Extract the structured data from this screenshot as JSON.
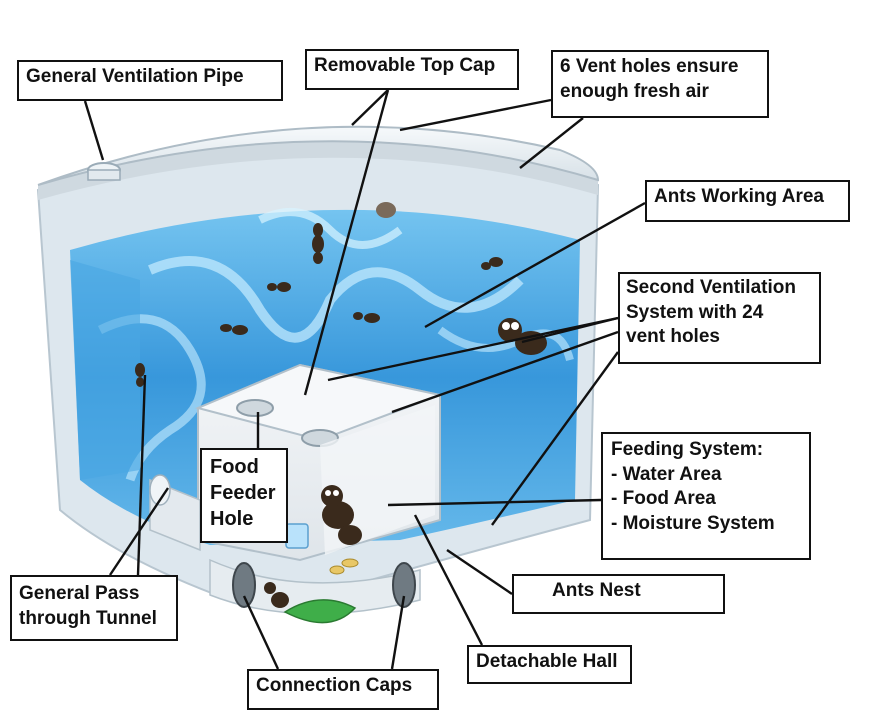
{
  "labels": {
    "general_ventilation_pipe": "General Ventilation Pipe",
    "removable_top_cap": "Removable Top Cap",
    "vent_holes_line1": "6 Vent holes ensure",
    "vent_holes_line2": "enough fresh air",
    "ants_working_area": "Ants Working Area",
    "second_vent_line1": "Second Ventilation",
    "second_vent_line2": "System with 24",
    "second_vent_line3": "vent holes",
    "food_feeder_line1": "Food",
    "food_feeder_line2": "Feeder",
    "food_feeder_line3": "Hole",
    "feeding_system_title": "Feeding System:",
    "feeding_item_1": "- Water Area",
    "feeding_item_2": "- Food Area",
    "feeding_item_3": "- Moisture System",
    "general_pass_line1": "General Pass",
    "general_pass_line2": "through Tunnel",
    "ants_nest": "Ants Nest",
    "detachable_hall": "Detachable Hall",
    "connection_caps": "Connection Caps"
  },
  "colors": {
    "gel_blue": "#2e8fd6",
    "gel_light": "#8fd0f5",
    "shell": "#e8eef2",
    "outline": "#111111",
    "leaf_green": "#3fae49",
    "ant_body": "#3a2a1c"
  },
  "icons": [
    "ant-icon",
    "leaf-icon",
    "water-cup-icon",
    "vent-pipe-icon"
  ]
}
